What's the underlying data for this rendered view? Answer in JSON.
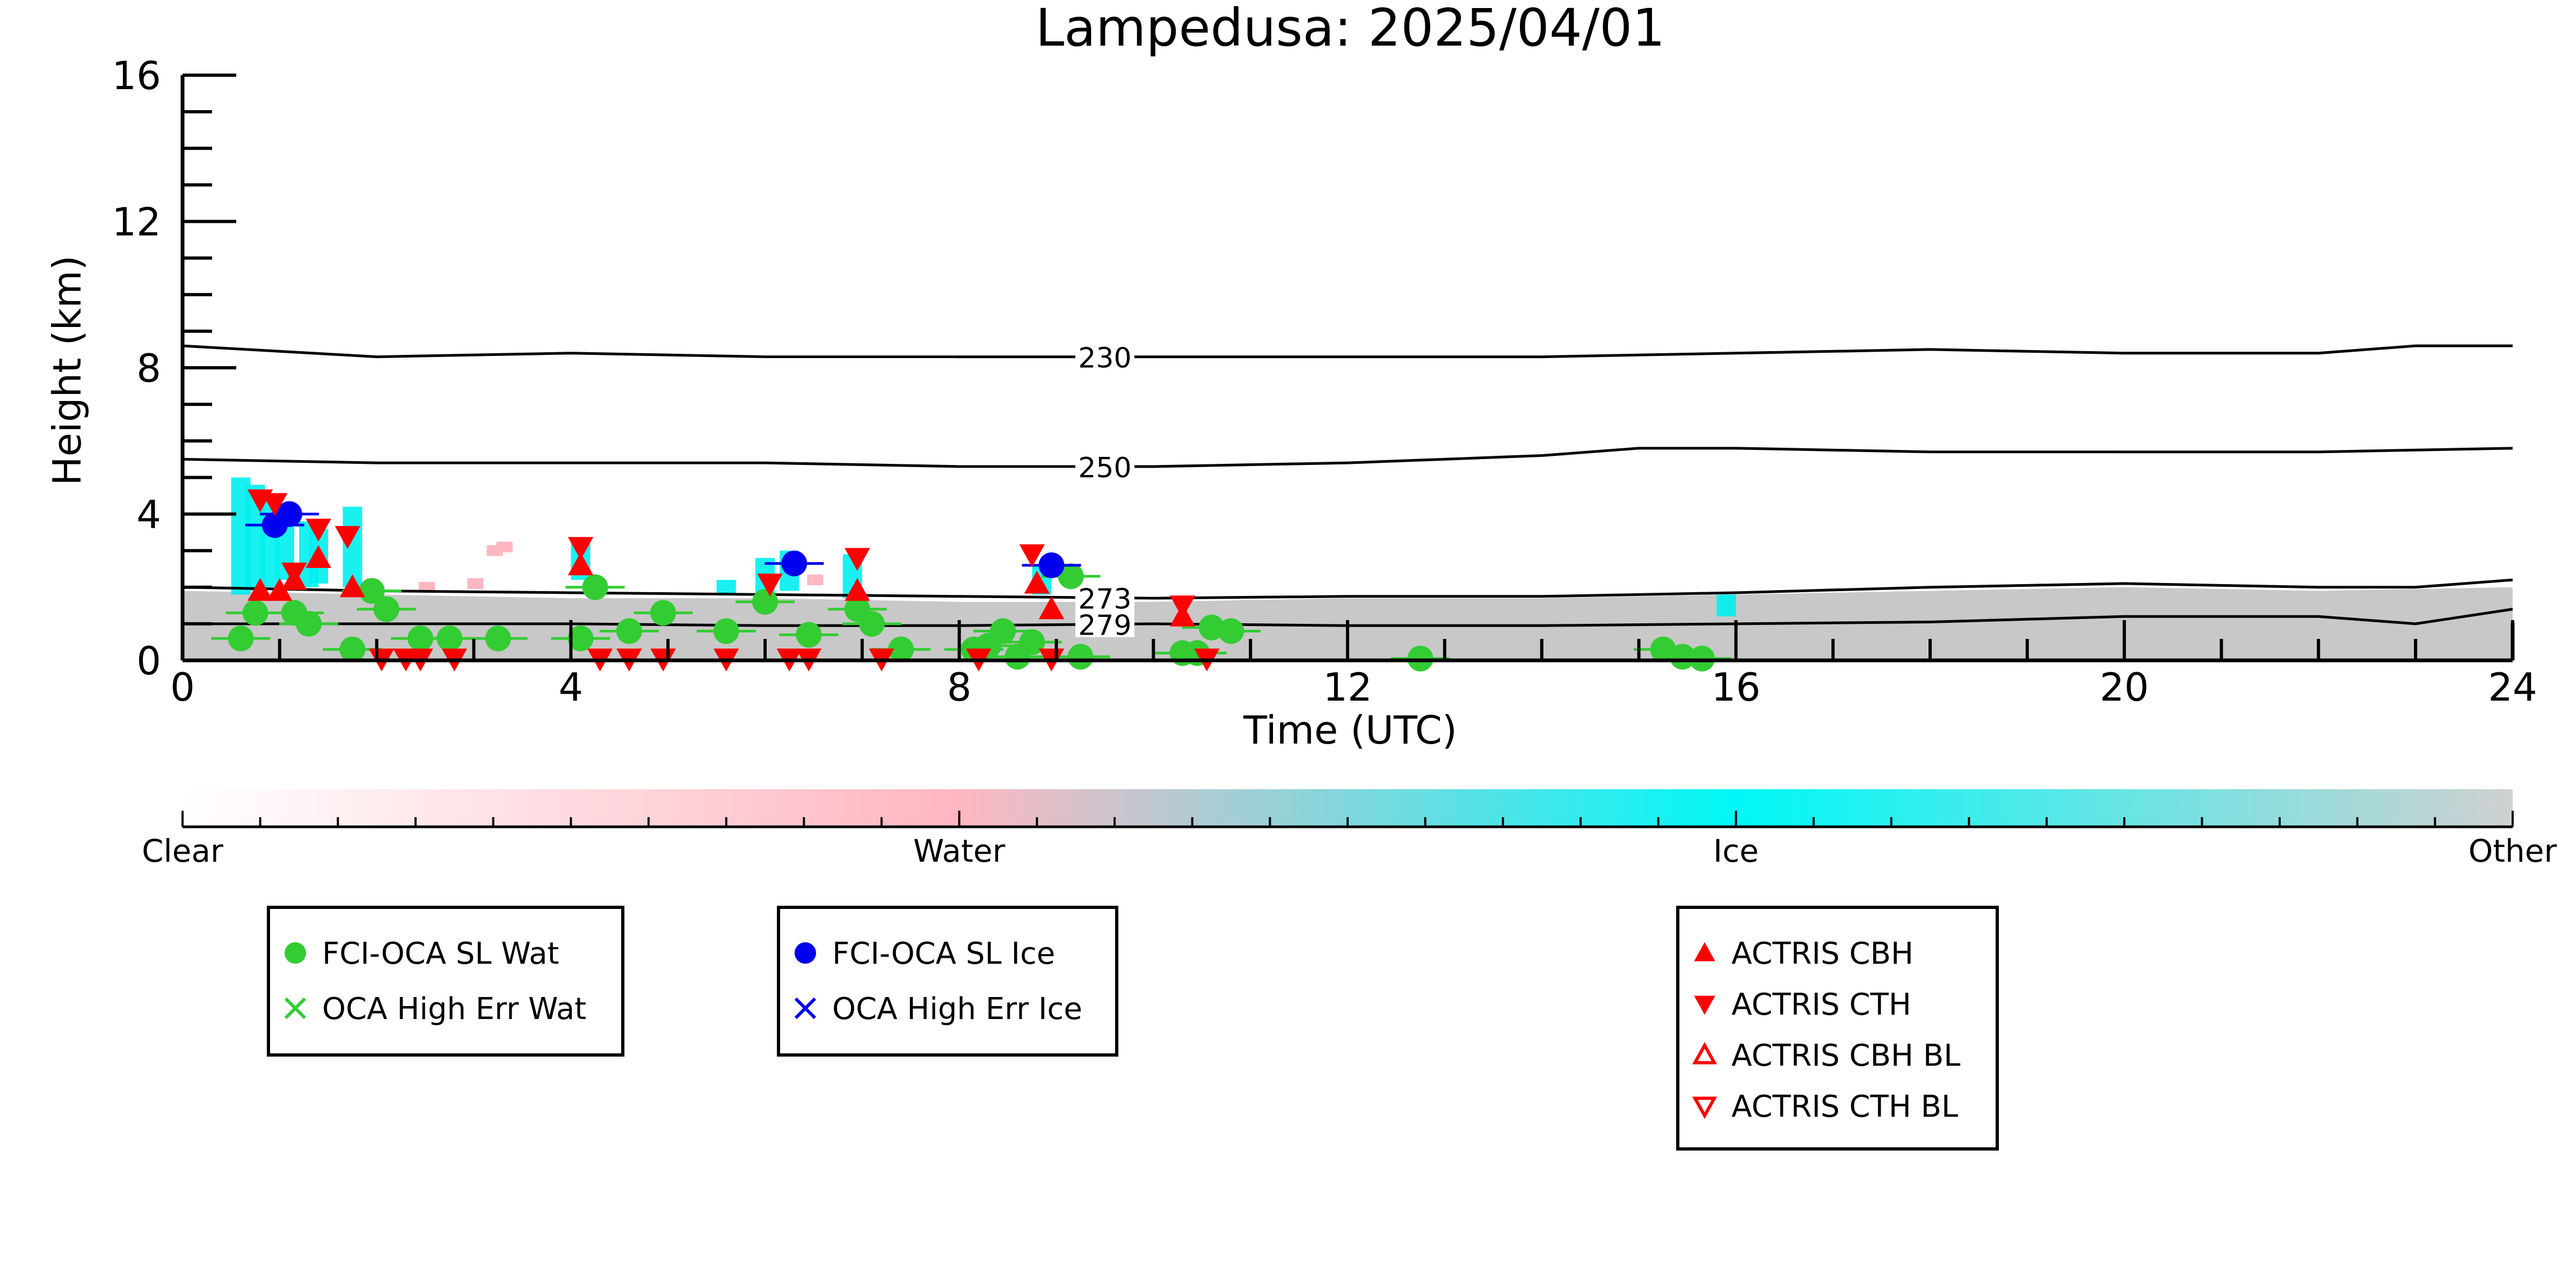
{
  "chart_data": {
    "type": "scatter",
    "title": "Lampedusa: 2025/04/01",
    "xlabel": "Time (UTC)",
    "ylabel": "Height (km)",
    "xlim": [
      0,
      24
    ],
    "ylim": [
      0,
      16
    ],
    "x_ticks": [
      "0",
      "4",
      "8",
      "12",
      "16",
      "20",
      "24"
    ],
    "y_ticks": [
      "0",
      "4",
      "8",
      "12",
      "16"
    ],
    "grid": false,
    "colors": {
      "water": "#33cc33",
      "ice": "#0000ee",
      "actris": "#ff0000",
      "cyan_cloud": "#00f0f0",
      "pink_cloud": "#ffb6c1",
      "other_cloud": "#c8c8c8"
    },
    "isotherms": [
      {
        "label": "230",
        "label_x": 9.5,
        "points": [
          [
            0,
            8.6
          ],
          [
            2,
            8.3
          ],
          [
            4,
            8.4
          ],
          [
            6,
            8.3
          ],
          [
            8,
            8.3
          ],
          [
            10,
            8.3
          ],
          [
            12,
            8.3
          ],
          [
            14,
            8.3
          ],
          [
            16,
            8.4
          ],
          [
            18,
            8.5
          ],
          [
            20,
            8.4
          ],
          [
            22,
            8.4
          ],
          [
            23,
            8.6
          ],
          [
            24,
            8.6
          ]
        ]
      },
      {
        "label": "250",
        "label_x": 9.5,
        "points": [
          [
            0,
            5.5
          ],
          [
            2,
            5.4
          ],
          [
            4,
            5.4
          ],
          [
            6,
            5.4
          ],
          [
            8,
            5.3
          ],
          [
            10,
            5.3
          ],
          [
            12,
            5.4
          ],
          [
            14,
            5.6
          ],
          [
            15,
            5.8
          ],
          [
            16,
            5.8
          ],
          [
            18,
            5.7
          ],
          [
            20,
            5.7
          ],
          [
            22,
            5.7
          ],
          [
            24,
            5.8
          ]
        ]
      },
      {
        "label": "273",
        "label_x": 9.5,
        "points": [
          [
            0,
            2.0
          ],
          [
            2,
            1.9
          ],
          [
            4,
            1.85
          ],
          [
            6,
            1.8
          ],
          [
            8,
            1.75
          ],
          [
            10,
            1.7
          ],
          [
            12,
            1.75
          ],
          [
            14,
            1.75
          ],
          [
            16,
            1.85
          ],
          [
            18,
            2.0
          ],
          [
            20,
            2.1
          ],
          [
            22,
            2.0
          ],
          [
            23,
            2.0
          ],
          [
            24,
            2.2
          ]
        ]
      },
      {
        "label": "279",
        "label_x": 9.5,
        "points": [
          [
            0,
            1.0
          ],
          [
            2,
            1.0
          ],
          [
            4,
            1.0
          ],
          [
            6,
            0.95
          ],
          [
            8,
            0.95
          ],
          [
            10,
            1.0
          ],
          [
            12,
            0.95
          ],
          [
            14,
            0.95
          ],
          [
            16,
            1.0
          ],
          [
            18,
            1.05
          ],
          [
            20,
            1.2
          ],
          [
            22,
            1.2
          ],
          [
            23,
            1.0
          ],
          [
            24,
            1.4
          ]
        ]
      }
    ],
    "other_cloud_top": [
      [
        0,
        1.9
      ],
      [
        2,
        1.8
      ],
      [
        4,
        1.7
      ],
      [
        6,
        1.7
      ],
      [
        8,
        1.6
      ],
      [
        10,
        1.6
      ],
      [
        12,
        1.7
      ],
      [
        14,
        1.7
      ],
      [
        16,
        1.8
      ],
      [
        18,
        1.9
      ],
      [
        20,
        2.0
      ],
      [
        22,
        1.9
      ],
      [
        24,
        2.0
      ]
    ],
    "cyan_cloud_columns": [
      {
        "x": 0.6,
        "bottom": 1.8,
        "top": 5.0
      },
      {
        "x": 0.75,
        "bottom": 1.9,
        "top": 4.8
      },
      {
        "x": 0.9,
        "bottom": 2.0,
        "top": 4.5
      },
      {
        "x": 1.05,
        "bottom": 2.2,
        "top": 4.2
      },
      {
        "x": 1.3,
        "bottom": 2.0,
        "top": 3.8
      },
      {
        "x": 1.4,
        "bottom": 2.1,
        "top": 3.6
      },
      {
        "x": 1.75,
        "bottom": 2.0,
        "top": 4.2
      },
      {
        "x": 4.1,
        "bottom": 2.2,
        "top": 3.2
      },
      {
        "x": 5.6,
        "bottom": 1.8,
        "top": 2.2
      },
      {
        "x": 6.0,
        "bottom": 1.8,
        "top": 2.8
      },
      {
        "x": 6.25,
        "bottom": 1.9,
        "top": 3.0
      },
      {
        "x": 6.9,
        "bottom": 1.7,
        "top": 2.9
      },
      {
        "x": 8.85,
        "bottom": 1.8,
        "top": 2.6
      },
      {
        "x": 15.9,
        "bottom": 1.2,
        "top": 1.8
      }
    ],
    "pink_cloud_patches": [
      {
        "x": 3.2,
        "y": 3.0
      },
      {
        "x": 3.3,
        "y": 3.1
      },
      {
        "x": 2.5,
        "y": 2.0
      },
      {
        "x": 3.0,
        "y": 2.1
      },
      {
        "x": 6.5,
        "y": 2.2
      }
    ],
    "series": [
      {
        "name": "FCI-OCA SL Wat",
        "marker": "circle",
        "color": "#33cc33",
        "points": [
          [
            0.6,
            0.6
          ],
          [
            0.75,
            1.3
          ],
          [
            1.15,
            1.3
          ],
          [
            1.3,
            1.0
          ],
          [
            1.75,
            0.3
          ],
          [
            1.95,
            1.9
          ],
          [
            2.1,
            1.4
          ],
          [
            2.45,
            0.6
          ],
          [
            2.75,
            0.6
          ],
          [
            3.25,
            0.6
          ],
          [
            4.1,
            0.6
          ],
          [
            4.25,
            2.0
          ],
          [
            4.6,
            0.8
          ],
          [
            4.95,
            1.3
          ],
          [
            5.6,
            0.8
          ],
          [
            6.0,
            1.6
          ],
          [
            6.45,
            0.7
          ],
          [
            6.95,
            1.4
          ],
          [
            7.1,
            1.0
          ],
          [
            7.4,
            0.3
          ],
          [
            8.15,
            0.3
          ],
          [
            8.3,
            0.4
          ],
          [
            8.45,
            0.8
          ],
          [
            8.6,
            0.1
          ],
          [
            8.75,
            0.5
          ],
          [
            9.15,
            2.3
          ],
          [
            9.25,
            0.1
          ],
          [
            10.3,
            0.2
          ],
          [
            10.45,
            0.2
          ],
          [
            10.6,
            0.9
          ],
          [
            10.8,
            0.8
          ],
          [
            12.75,
            0.05
          ],
          [
            15.25,
            0.3
          ],
          [
            15.45,
            0.1
          ],
          [
            15.65,
            0.05
          ]
        ]
      },
      {
        "name": "OCA High Err Wat",
        "marker": "x",
        "color": "#33cc33",
        "points": []
      },
      {
        "name": "FCI-OCA SL Ice",
        "marker": "circle",
        "color": "#0000ee",
        "points": [
          [
            0.95,
            3.7
          ],
          [
            1.1,
            4.0
          ],
          [
            6.3,
            2.65
          ],
          [
            8.95,
            2.6
          ]
        ]
      },
      {
        "name": "OCA High Err Ice",
        "marker": "x",
        "color": "#0000ee",
        "points": []
      },
      {
        "name": "ACTRIS CBH",
        "marker": "triangle-up",
        "color": "#ff0000",
        "points": [
          [
            0.8,
            1.9
          ],
          [
            1.0,
            1.9
          ],
          [
            1.15,
            2.2
          ],
          [
            1.4,
            2.8
          ],
          [
            1.75,
            2.0
          ],
          [
            4.1,
            2.6
          ],
          [
            6.95,
            1.9
          ],
          [
            8.8,
            2.1
          ],
          [
            8.95,
            1.4
          ],
          [
            10.3,
            1.2
          ]
        ]
      },
      {
        "name": "ACTRIS CTH",
        "marker": "triangle-down",
        "color": "#ff0000",
        "points": [
          [
            0.8,
            4.4
          ],
          [
            0.95,
            4.3
          ],
          [
            1.15,
            2.4
          ],
          [
            1.4,
            3.6
          ],
          [
            1.7,
            3.4
          ],
          [
            2.05,
            0.05
          ],
          [
            2.3,
            0.05
          ],
          [
            2.45,
            0.05
          ],
          [
            2.8,
            0.05
          ],
          [
            4.1,
            3.1
          ],
          [
            4.3,
            0.05
          ],
          [
            4.6,
            0.05
          ],
          [
            4.95,
            0.05
          ],
          [
            5.6,
            0.05
          ],
          [
            6.05,
            2.1
          ],
          [
            6.25,
            0.05
          ],
          [
            6.45,
            0.05
          ],
          [
            6.95,
            2.8
          ],
          [
            7.2,
            0.05
          ],
          [
            8.2,
            0.05
          ],
          [
            8.75,
            2.9
          ],
          [
            8.95,
            0.05
          ],
          [
            10.3,
            1.5
          ],
          [
            10.55,
            0.05
          ]
        ]
      },
      {
        "name": "ACTRIS CBH BL",
        "marker": "triangle-up-open",
        "color": "#ff0000",
        "points": []
      },
      {
        "name": "ACTRIS CTH BL",
        "marker": "triangle-down-open",
        "color": "#ff0000",
        "points": []
      }
    ],
    "colorbar": {
      "labels": [
        "Clear",
        "Water",
        "Ice",
        "Other"
      ],
      "stops": [
        "#ffffff",
        "#ffb6c1",
        "#00f8f8",
        "#d0d0d0"
      ]
    },
    "legends": [
      {
        "position": "left",
        "entries": [
          {
            "label": "FCI-OCA SL Wat",
            "marker": "circle",
            "color": "#33cc33"
          },
          {
            "label": "OCA High Err Wat",
            "marker": "x",
            "color": "#33cc33"
          }
        ]
      },
      {
        "position": "center",
        "entries": [
          {
            "label": "FCI-OCA SL Ice",
            "marker": "circle",
            "color": "#0000ee"
          },
          {
            "label": "OCA High Err Ice",
            "marker": "x",
            "color": "#0000ee"
          }
        ]
      },
      {
        "position": "right",
        "entries": [
          {
            "label": "ACTRIS CBH",
            "marker": "triangle-up",
            "color": "#ff0000"
          },
          {
            "label": "ACTRIS CTH",
            "marker": "triangle-down",
            "color": "#ff0000"
          },
          {
            "label": "ACTRIS CBH BL",
            "marker": "triangle-up-open",
            "color": "#ff0000"
          },
          {
            "label": "ACTRIS CTH BL",
            "marker": "triangle-down-open",
            "color": "#ff0000"
          }
        ]
      }
    ]
  }
}
